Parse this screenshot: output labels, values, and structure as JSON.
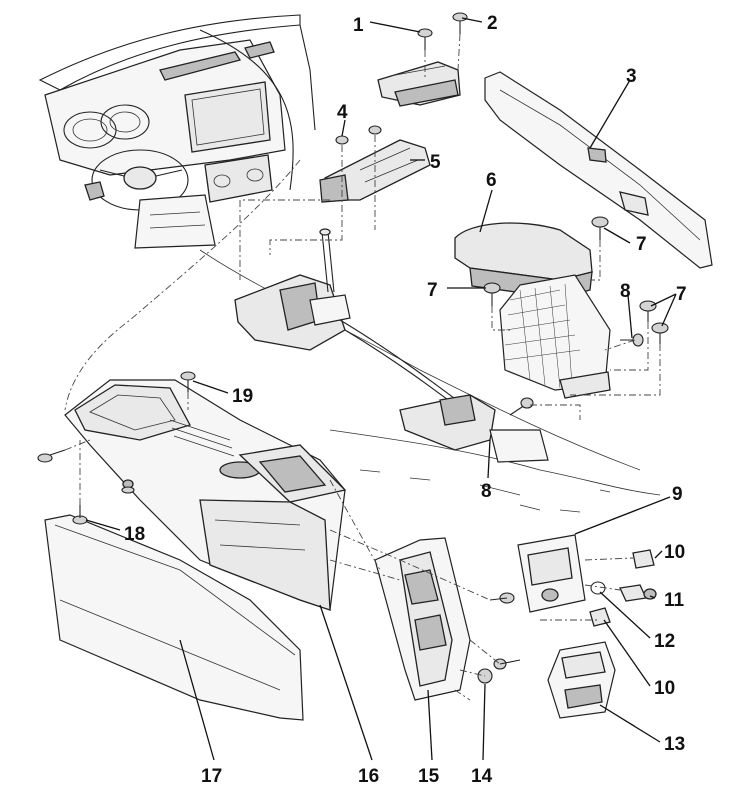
{
  "callouts": [
    {
      "id": "c1",
      "text": "1"
    },
    {
      "id": "c2",
      "text": "2"
    },
    {
      "id": "c3",
      "text": "3"
    },
    {
      "id": "c4",
      "text": "4"
    },
    {
      "id": "c5",
      "text": "5"
    },
    {
      "id": "c6",
      "text": "6"
    },
    {
      "id": "c7a",
      "text": "7"
    },
    {
      "id": "c7b",
      "text": "7"
    },
    {
      "id": "c7c",
      "text": "7"
    },
    {
      "id": "c8a",
      "text": "8"
    },
    {
      "id": "c8b",
      "text": "8"
    },
    {
      "id": "c9",
      "text": "9"
    },
    {
      "id": "c10a",
      "text": "10"
    },
    {
      "id": "c11",
      "text": "11"
    },
    {
      "id": "c12",
      "text": "12"
    },
    {
      "id": "c10b",
      "text": "10"
    },
    {
      "id": "c13",
      "text": "13"
    },
    {
      "id": "c14",
      "text": "14"
    },
    {
      "id": "c15",
      "text": "15"
    },
    {
      "id": "c16",
      "text": "16"
    },
    {
      "id": "c17",
      "text": "17"
    },
    {
      "id": "c18",
      "text": "18"
    },
    {
      "id": "c19",
      "text": "19"
    }
  ],
  "colors": {
    "ink": "#111111",
    "part_fill": "#e9e9e9",
    "background": "#ffffff"
  }
}
